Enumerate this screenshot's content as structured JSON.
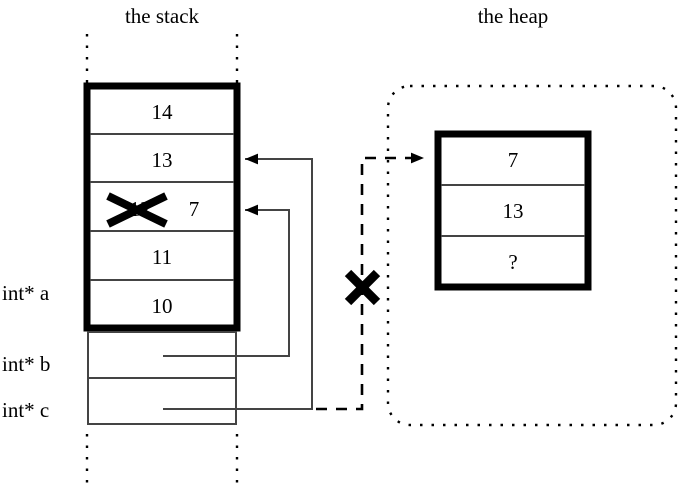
{
  "figure": {
    "title_stack": "the stack",
    "title_heap": "the heap"
  },
  "stack": {
    "label": "the stack",
    "frame_cells": [
      {
        "value": "14",
        "name": "stack-cell-14"
      },
      {
        "value": "13",
        "name": "stack-cell-13"
      },
      {
        "value": "12",
        "replacement": "7",
        "struck": "true",
        "name": "stack-cell-12-struck"
      },
      {
        "value": "11",
        "name": "stack-cell-11"
      },
      {
        "value": "10",
        "name": "stack-cell-10"
      }
    ],
    "pointer_rows": [
      {
        "label": "int* a",
        "name": "pointer-a"
      },
      {
        "label": "int* b",
        "name": "pointer-b"
      },
      {
        "label": "int* c",
        "name": "pointer-c"
      }
    ]
  },
  "heap": {
    "label": "the heap",
    "cells": [
      {
        "value": "7",
        "name": "heap-cell-7"
      },
      {
        "value": "13",
        "name": "heap-cell-13"
      },
      {
        "value": "?",
        "name": "heap-cell-unknown"
      }
    ]
  },
  "annotations": {
    "cross_value_mark": "✕",
    "cross_pointer_mark": "✕"
  },
  "colors": {
    "ink": "#000000",
    "background": "#ffffff",
    "thin_line": "#444444"
  }
}
